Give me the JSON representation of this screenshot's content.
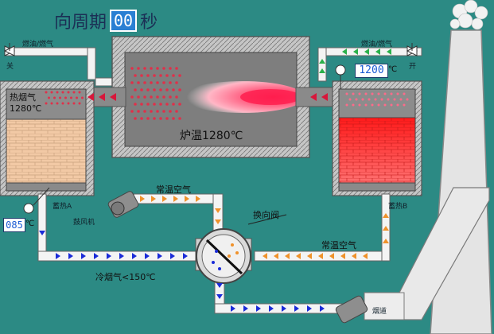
{
  "title": {
    "prefix": "向周期",
    "counter": "00",
    "suffix": "秒"
  },
  "left_fuel_label": "燃油/燃气",
  "left_valve_state": "关",
  "right_fuel_label": "燃油/燃气",
  "right_valve_state": "开",
  "left_chamber_label": "热烟气",
  "left_chamber_temp": "1280℃",
  "furnace_temp_label": "炉温1280℃",
  "right_temp_readout": "1200",
  "right_temp_unit": "℃",
  "left_temp_readout": "085",
  "left_temp_unit": "℃",
  "regen_a": "蓄热A",
  "regen_b": "蓄热B",
  "fan_label": "鼓风机",
  "ambient_air_top": "常温空气",
  "ambient_air_right": "常温空气",
  "reversing_valve_label": "换向阀",
  "cold_flue_label": "冷烟气<150℃",
  "flue_label": "烟道",
  "colors": {
    "background": "#2c8a84",
    "arrow_cold": "#1a2bd8",
    "arrow_warm": "#f0922b",
    "arrow_hot": "#d8163a",
    "arrow_fuel": "#2bb04a"
  }
}
